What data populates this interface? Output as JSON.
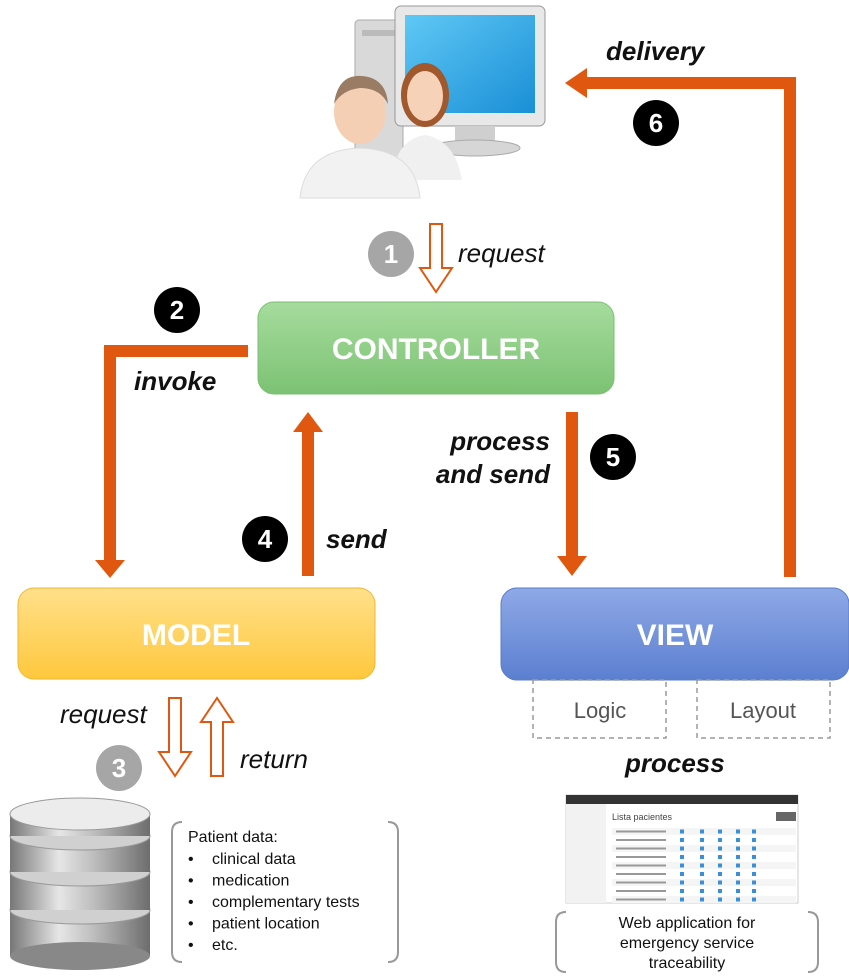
{
  "colors": {
    "arrow": "#e0580f",
    "controller": "#90cf8a",
    "model": "#ffd166",
    "view": "#6d8fd8",
    "black_badge": "#000000",
    "grey_badge": "#a6a6a6"
  },
  "steps": {
    "s1": {
      "number": "1",
      "label": "request"
    },
    "s2": {
      "number": "2",
      "label": "invoke"
    },
    "s3": {
      "number": "3",
      "request_label": "request",
      "return_label": "return"
    },
    "s4": {
      "number": "4",
      "label": "send"
    },
    "s5": {
      "number": "5",
      "label_line1": "process",
      "label_line2": "and send"
    },
    "s6": {
      "number": "6",
      "label": "delivery"
    }
  },
  "boxes": {
    "controller": "CONTROLLER",
    "model": "MODEL",
    "view": "VIEW",
    "logic": "Logic",
    "layout": "Layout"
  },
  "process_label": "process",
  "database": {
    "title": "Patient data:",
    "items": [
      "clinical data",
      "medication",
      "complementary tests",
      "patient location",
      "etc."
    ]
  },
  "webapp": {
    "caption_line1": "Web application for",
    "caption_line2": "emergency service",
    "caption_line3": "traceability",
    "screen_title": "Lista pacientes"
  },
  "icons": [
    "users-computer-icon",
    "database-icon",
    "web-app-screenshot"
  ]
}
